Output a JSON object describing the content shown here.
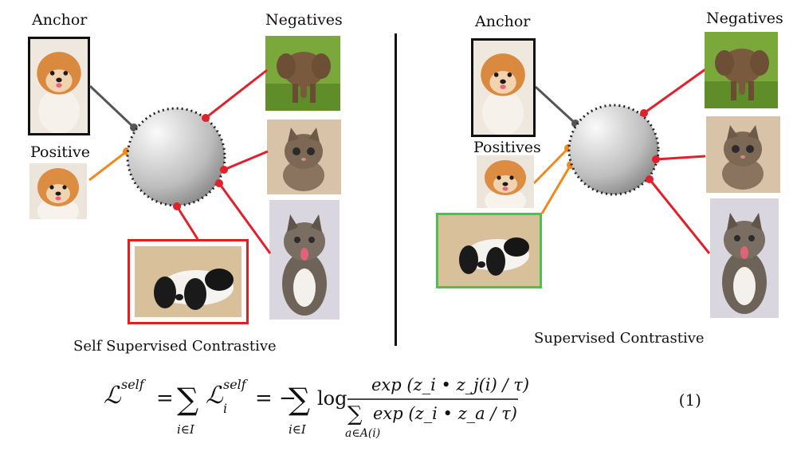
{
  "left_panel": {
    "anchor_label": "Anchor",
    "negatives_label": "Negatives",
    "positive_label": "Positive",
    "caption": "Self Supervised Contrastive"
  },
  "right_panel": {
    "anchor_label": "Anchor",
    "negatives_label": "Negatives",
    "positives_label": "Positives",
    "caption": "Supervised Contrastive"
  },
  "equation": {
    "lhs": "ℒ",
    "lhs_sup": "self",
    "eq1": "=",
    "sum1": "∑",
    "sum1_sub": "i∈I",
    "mid": "ℒ",
    "mid_sup": "self",
    "mid_sub": "i",
    "eq2": "= −",
    "sum2": "∑",
    "sum2_sub": "i∈I",
    "log": "log",
    "numerator": "exp (z_i • z_j(i) / τ)",
    "denominator": "exp (z_i • z_a / τ)",
    "denominator_sum_sub": "a∈A(i)",
    "number": "(1)"
  },
  "colors": {
    "anchor_link": "#555555",
    "positive_link": "#f08a1c",
    "negative_link": "#e0202a",
    "negative_frame": "#e02020",
    "positive_frame": "#49c34a"
  }
}
